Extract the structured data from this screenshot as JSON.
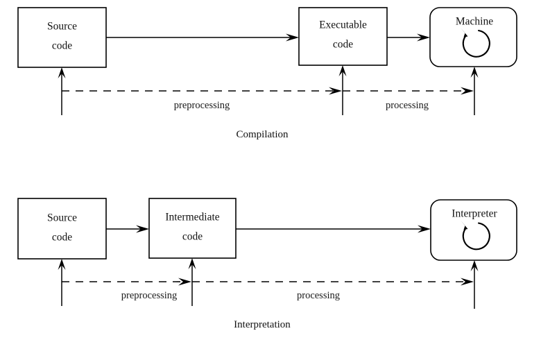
{
  "diagram": {
    "title": "Compilation and Interpretation process diagram",
    "background_color": "#ffffff",
    "stroke_color": "#000000",
    "sections": [
      {
        "id": "compilation",
        "caption": "Compilation",
        "nodes": [
          {
            "id": "src-top",
            "label_line1": "Source",
            "label_line2": "code",
            "shape": "rect"
          },
          {
            "id": "exe-top",
            "label_line1": "Executable",
            "label_line2": "code",
            "shape": "rect"
          },
          {
            "id": "machine-top",
            "label_line1": "Machine",
            "label_line2": "",
            "shape": "rounded-rect-with-loop"
          }
        ],
        "edge_labels": [
          {
            "id": "preprocessing-top",
            "label": "preprocessing"
          },
          {
            "id": "processing-top",
            "label": "processing"
          }
        ]
      },
      {
        "id": "interpretation",
        "caption": "Interpretation",
        "nodes": [
          {
            "id": "src-bot",
            "label_line1": "Source",
            "label_line2": "code",
            "shape": "rect"
          },
          {
            "id": "inter-bot",
            "label_line1": "Intermediate",
            "label_line2": "code",
            "shape": "rect"
          },
          {
            "id": "interp-bot",
            "label_line1": "Interpreter",
            "label_line2": "",
            "shape": "rounded-rect-with-loop"
          }
        ],
        "edge_labels": [
          {
            "id": "preprocessing-bot",
            "label": "preprocessing"
          },
          {
            "id": "processing-bot",
            "label": "processing"
          }
        ]
      }
    ]
  }
}
